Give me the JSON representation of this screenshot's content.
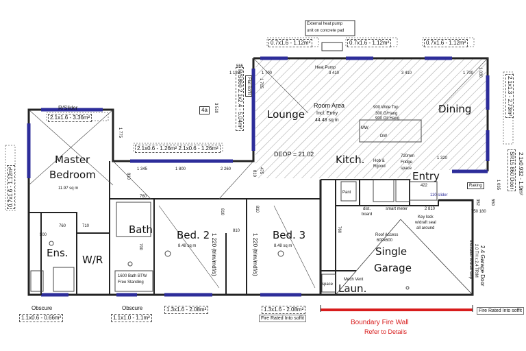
{
  "rooms": {
    "lounge": "Lounge",
    "dining": "Dining",
    "kitchen": "Kitch.",
    "master": "Master",
    "master_sub": "Bedroom",
    "bath": "Bath",
    "bed2": "Bed. 2",
    "bed3": "Bed. 3",
    "ens": "Ens.",
    "wr": "W/R",
    "single": "Single",
    "garage": "Garage",
    "entry": "Entry",
    "laun": "Laun."
  },
  "areas": {
    "room_area": "Room Area",
    "room_area_sub": "Incl. Entry",
    "room_area_val": "44.48 sq m",
    "master": "11.97 sq m",
    "bed2": "8.48 sq m",
    "bed3": "8.48 sq m"
  },
  "windows": {
    "top1": "0.7x1.6 - 1.12m²",
    "top2": "0.7x1.6 - 1.12m²",
    "top3": "0.7x1.6 - 1.12m²",
    "rslider": "R/Slider",
    "rslider_size": "2.1x1.6 - 3.36m²",
    "mid": "2.1x0.6 - 1.26m² 2.1x0.6 - 1.26m²",
    "left": "0.7x1.6 - 1.12m²",
    "right": "2.1x1.3 - 2.73m²",
    "bottom_bath": "1.3x1.6 - 2.08m²",
    "bottom_bed3": "1.3x1.6 - 2.08m²",
    "obscure1": "Obscure",
    "obscure1_size": "1.1x0.6 - 0.66m²",
    "obscure2": "Obscure",
    "obscure2_size": "1.1x1.0 - 1.1m²",
    "rs860": "R/S860 2.1x2.4 - 5.04m²",
    "flat_soffit": "Flat Soffit",
    "sr_door": "SR15 860 Door",
    "sr_door_size": "2.1x0.932 - 1.9m²"
  },
  "notes": {
    "heat_pump_ext": "External heat pump",
    "heat_pump_ext2": "unit on concrete pad",
    "heat_pump": "Heat Pump",
    "deop": "DEOP = 21.02",
    "bench": "900 Wide Top",
    "bench2": "300 O/Hang",
    "hob": "Hob &",
    "hob2": "Rgood",
    "fridge": "720mm",
    "fridge2": "Fridge",
    "fridge3": "space",
    "mw": "MW",
    "dw": "DW",
    "pant": "Pant",
    "dist": "dist.",
    "dist2": "board",
    "smart": "smart meter",
    "keylock": "Key lock",
    "keylock2": "w/draft seal",
    "keylock3": "all around",
    "roof_access": "Roof Access",
    "roof_access2": "600x600",
    "mech_vent": "Mech Vent",
    "raking": "Raking",
    "slider": "110 slider",
    "bath_note": "1600 Bath BTW",
    "bath_note2": "Free Standing",
    "garage_door": "2.4 Garage Door",
    "garage_door2": "2.0 TH x 2.4 TRIM",
    "garage_door3": "Insulated w/draft strip",
    "fire_wall": "Boundary Fire Wall",
    "refer": "Refer to Details",
    "fire_soffit1": "Fire Rated Into soffit",
    "fire_soffit2": "Fire Rated Into soffit",
    "trim1": "1 220 (trim/mdf/s)",
    "trim2": "1 220 (trim/mdf/s)",
    "space": "space",
    "door_4a": "4a"
  },
  "dims": {
    "d1700": "1 700",
    "d3410a": "3 410",
    "d3410b": "3 410",
    "d1700b": "1 700",
    "d1120": "1 120",
    "d555": "555",
    "d3510": "3 510",
    "d1775": "1 775",
    "d1345": "1 345",
    "d1800": "1 800",
    "d2260": "2 260",
    "d810a": "810",
    "d810b": "810",
    "d810c": "810",
    "d810d": "810",
    "d810e": "810",
    "d760a": "760",
    "d760b": "760",
    "d760c": "760",
    "d710": "710",
    "d700": "700",
    "d475": "475",
    "d1320": "1 320",
    "d422": "422",
    "d2810": "2 810",
    "d750": "750 180",
    "d1035": "1 035",
    "d352": "352",
    "d550": "550",
    "d1705": "1 705",
    "d1030": "1 030",
    "d500": "500",
    "d900": "900 Oil Hang"
  }
}
